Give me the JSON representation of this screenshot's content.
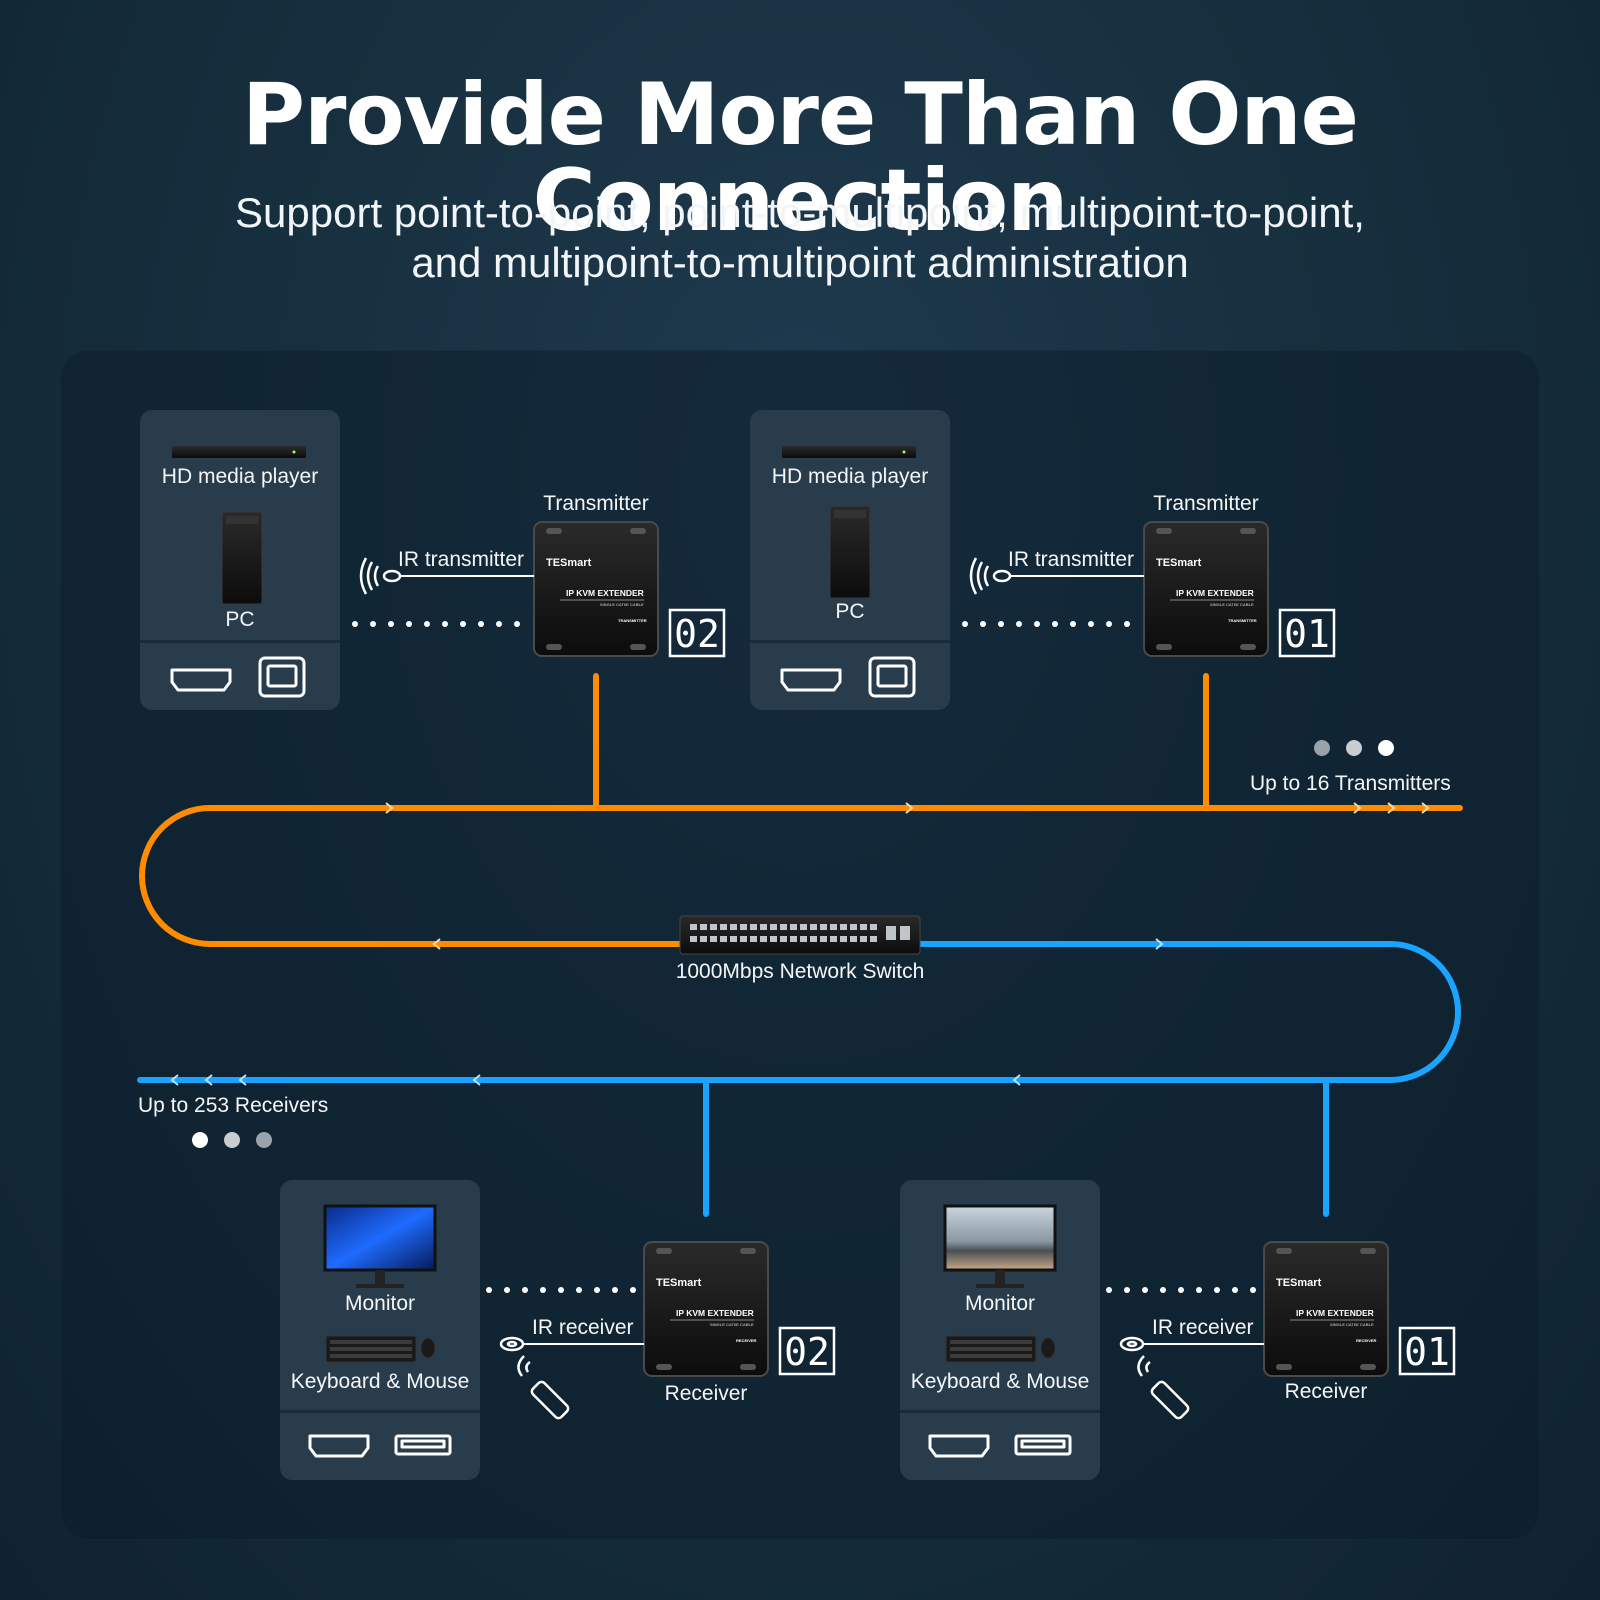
{
  "header": {
    "title": "Provide More Than One Connection",
    "subtitle_line1": "Support point-to-point, point-to-multipoint, multipoint-to-point,",
    "subtitle_line2": "and multipoint-to-multipoint administration"
  },
  "colors": {
    "transmit_line": "#ff8c00",
    "receive_line": "#1aa3ff",
    "card_bg": "#283c4c"
  },
  "transmitters": [
    {
      "source_top": "HD media player",
      "source_bottom": "PC",
      "ir_label": "IR transmitter",
      "device_label": "Transmitter",
      "id_display": "02",
      "device_brand": "TESmart",
      "device_model": "IP KVM EXTENDER",
      "device_sub": "SINGLE CAT6E CABLE",
      "device_tag": "TRANSMITTER"
    },
    {
      "source_top": "HD media player",
      "source_bottom": "PC",
      "ir_label": "IR transmitter",
      "device_label": "Transmitter",
      "id_display": "01",
      "device_brand": "TESmart",
      "device_model": "IP KVM EXTENDER",
      "device_sub": "SINGLE CAT6E CABLE",
      "device_tag": "TRANSMITTER"
    }
  ],
  "receivers": [
    {
      "display_label": "Monitor",
      "input_label": "Keyboard & Mouse",
      "ir_label": "IR receiver",
      "device_label": "Receiver",
      "id_display": "02",
      "device_brand": "TESmart",
      "device_model": "IP KVM EXTENDER",
      "device_sub": "SINGLE CAT6E CABLE",
      "device_tag": "RECEIVER"
    },
    {
      "display_label": "Monitor",
      "input_label": "Keyboard & Mouse",
      "ir_label": "IR receiver",
      "device_label": "Receiver",
      "id_display": "01",
      "device_brand": "TESmart",
      "device_model": "IP KVM EXTENDER",
      "device_sub": "SINGLE CAT6E CABLE",
      "device_tag": "RECEIVER"
    }
  ],
  "switch_label": "1000Mbps Network Switch",
  "transmitters_note": "Up to 16 Transmitters",
  "receivers_note": "Up to 253 Receivers"
}
